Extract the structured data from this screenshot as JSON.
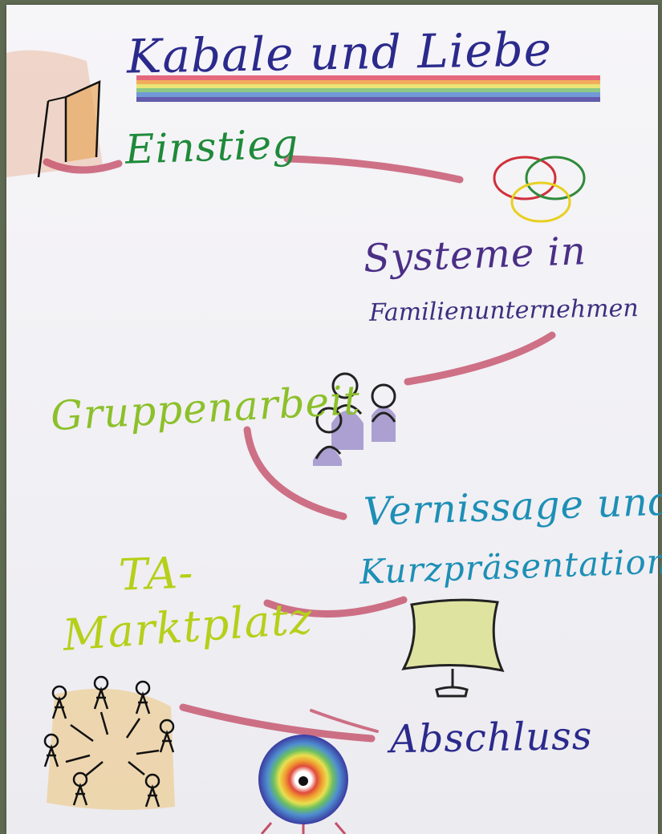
{
  "title": "Kabale und Liebe",
  "steps": {
    "einstieg": "Einstieg",
    "systeme_line1": "Systeme in",
    "systeme_line2": "Familienunternehmen",
    "gruppenarbeit": "Gruppenarbeit",
    "vernissage_line1": "Vernissage und",
    "vernissage_line2": "Kurzpräsentation",
    "ta_line1": "TA-",
    "ta_line2": "Marktplatz",
    "abschluss": "Abschluss"
  },
  "colors": {
    "path": "#c4506a",
    "title": "#2b2a8c",
    "einstieg": "#1f8a3a",
    "systeme": "#4a2f86",
    "gruppenarbeit": "#8cc02a",
    "vernissage": "#1d8fb6",
    "marktplatz": "#b6cf1a",
    "abschluss": "#2b2a8c"
  },
  "icons": [
    "door-icon",
    "rings-icon",
    "group-people-icon",
    "screen-icon",
    "marketplace-people-icon",
    "target-icon"
  ]
}
